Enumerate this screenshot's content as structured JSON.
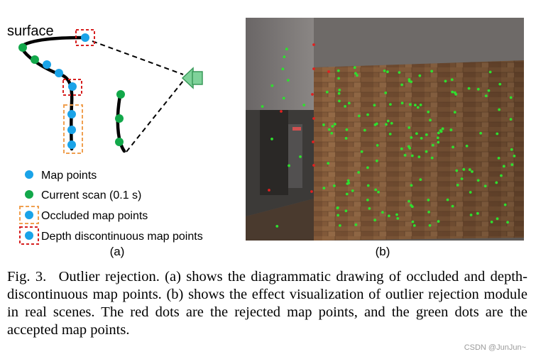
{
  "figure": {
    "panel_a": {
      "surface_label": "surface",
      "legend": [
        {
          "label": "Map points",
          "color": "#1aa3e8",
          "marker": "dot"
        },
        {
          "label": "Current scan (0.1 s)",
          "color": "#12a84a",
          "marker": "dot"
        },
        {
          "label": "Occluded map points",
          "color": "#1aa3e8",
          "marker": "dot-orange-dashed-box"
        },
        {
          "label": "Depth discontinuous map points",
          "color": "#1aa3e8",
          "marker": "dot-red-dashed-box"
        }
      ],
      "sub_label": "(a)",
      "icon": "lidar-sensor-icon"
    },
    "panel_b": {
      "sub_label": "(b)",
      "description_colors": {
        "rejected": "#e02020",
        "accepted": "#2ee02e"
      }
    }
  },
  "caption": {
    "label": "Fig. 3.",
    "text": "Outlier rejection. (a) shows the diagrammatic drawing of occluded and depth-discontinuous map points. (b) shows the effect visualization of outlier rejection module in real scenes. The red dots are the rejected map points, and the green dots are the accepted map points."
  },
  "watermark": "CSDN @JunJun~"
}
